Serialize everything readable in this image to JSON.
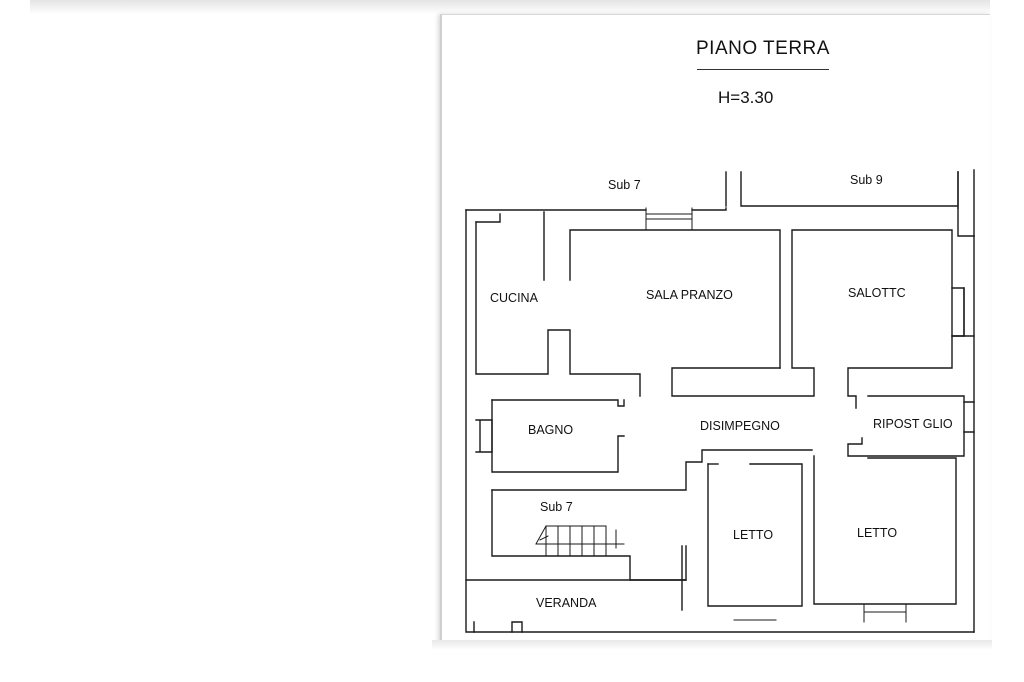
{
  "title": "PIANO TERRA",
  "height_label": "H=3.30",
  "neighbors": {
    "sub7_top": "Sub 7",
    "sub9_top": "Sub 9"
  },
  "rooms": {
    "cucina": "CUCINA",
    "sala_pranzo": "SALA  PRANZO",
    "salotto": "SALOTTC",
    "bagno": "BAGNO",
    "disimpegno": "DISIMPEGNO",
    "ripostiglio": "RIPOST GLIO",
    "sub7_stairs": "Sub 7",
    "letto_left": "LETTO",
    "letto_right": "LETTO",
    "veranda": "VERANDA"
  },
  "colors": {
    "wall": "#1a1a1a",
    "paper": "#ffffff"
  }
}
